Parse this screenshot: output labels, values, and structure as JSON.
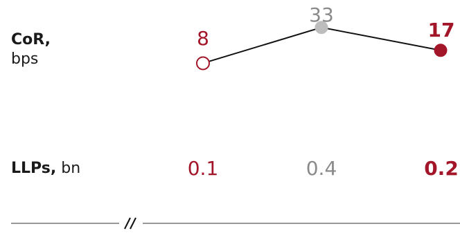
{
  "cor": {
    "label_bold": "CoR,",
    "label_unit": "bps"
  },
  "llps": {
    "label_bold": "LLPs,",
    "label_unit": "bn",
    "values": [
      "0.1",
      "0.4",
      "0.2"
    ]
  },
  "colors": {
    "accent": "#a31528",
    "neutral": "#bdbdbd",
    "neutral_text": "#8a8a8a",
    "line": "#111111",
    "axis": "#777777"
  },
  "chart_data": {
    "type": "line",
    "x": [
      0,
      1,
      2
    ],
    "series": [
      {
        "values": [
          8,
          33,
          17
        ],
        "labels": [
          "8",
          "33",
          "17"
        ],
        "markers": [
          "hollow-accent",
          "filled-neutral",
          "filled-accent"
        ]
      }
    ],
    "ylim": [
      0,
      40
    ],
    "grid": false,
    "legend": "none"
  }
}
